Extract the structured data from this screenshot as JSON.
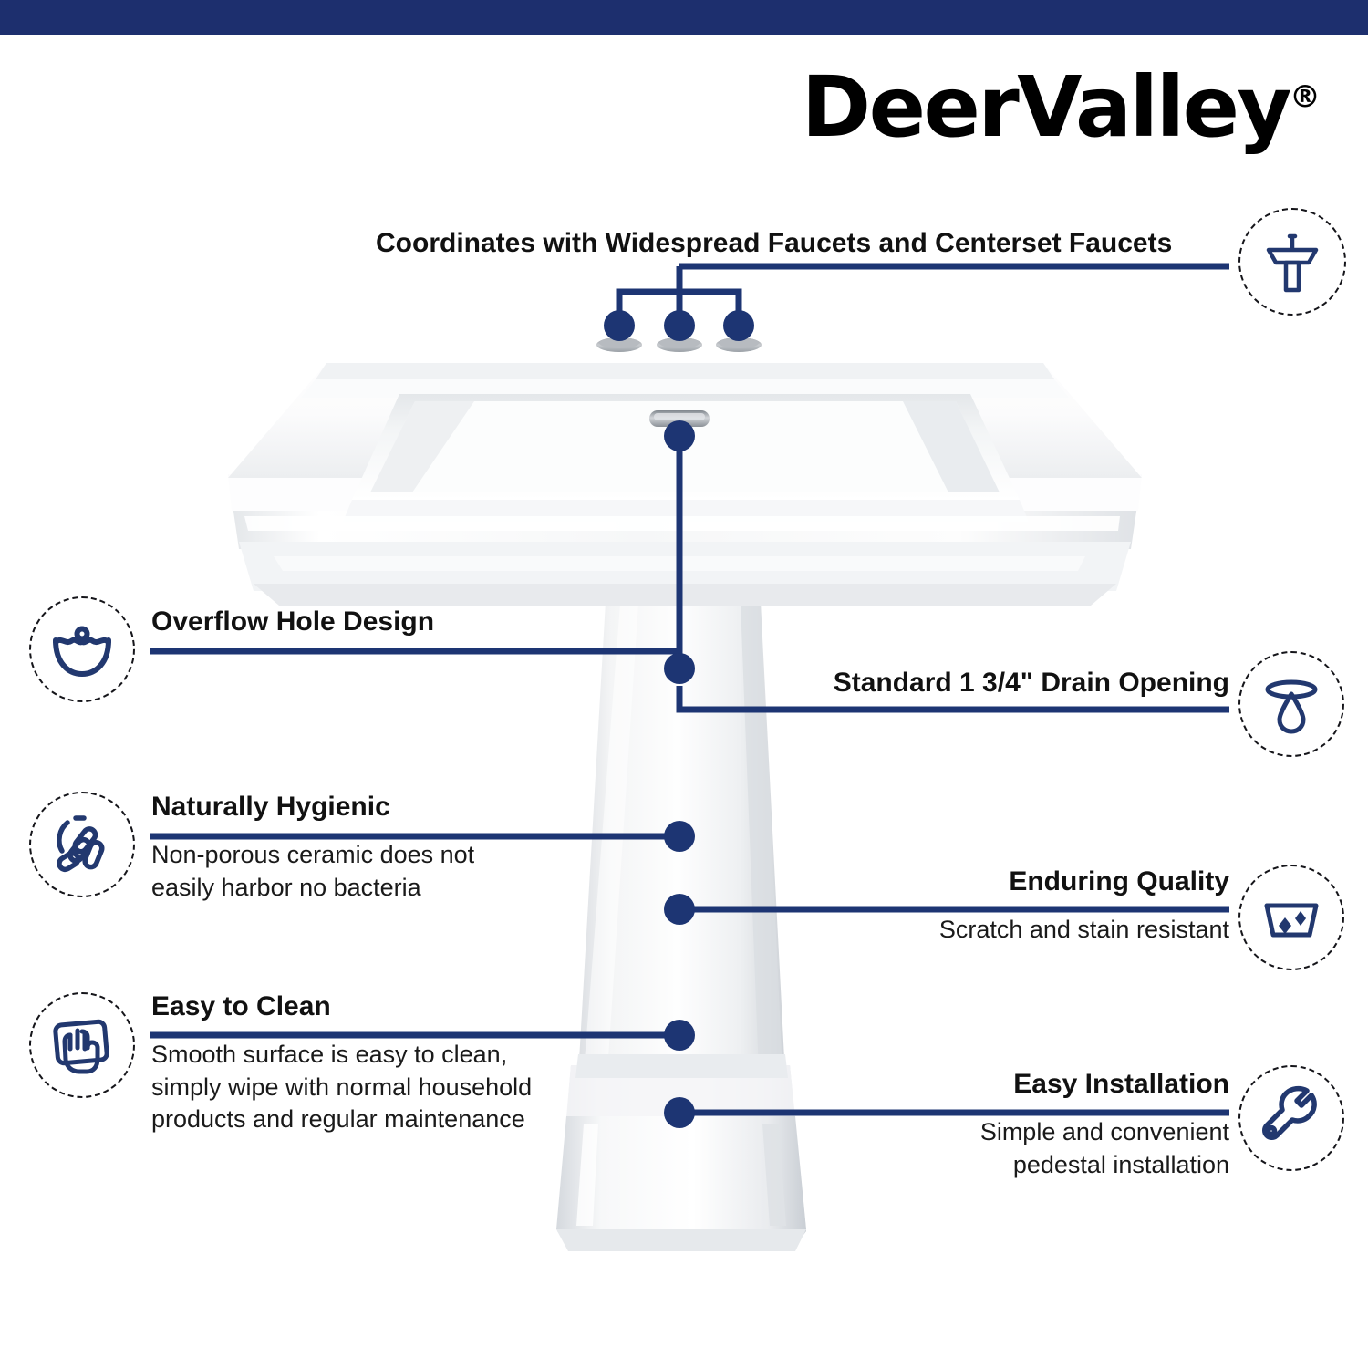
{
  "brand": {
    "name": "DeerValley",
    "registered_mark": "®"
  },
  "theme": {
    "banner_color": "#1d2f6e",
    "line_color": "#1d3573",
    "icon_color": "#22386f",
    "text_color": "#111111",
    "background": "#ffffff"
  },
  "callouts": [
    {
      "id": "faucet-compatibility",
      "title": "Coordinates with Widespread Faucets and Centerset Faucets",
      "body": "",
      "icon": "pedestal-sink-icon",
      "align": "center"
    },
    {
      "id": "overflow-hole",
      "title": "Overflow Hole Design",
      "body": "",
      "icon": "overflow-basin-icon",
      "align": "left"
    },
    {
      "id": "drain-opening",
      "title": "Standard 1 3/4\" Drain Opening",
      "body": "",
      "icon": "drain-droplet-icon",
      "align": "right"
    },
    {
      "id": "naturally-hygienic",
      "title": "Naturally Hygienic",
      "body": "Non-porous ceramic does not easily harbor no bacteria",
      "body_line_1": "Non-porous ceramic does not",
      "body_line_2": "easily harbor no bacteria",
      "icon": "bacteria-icon",
      "align": "left"
    },
    {
      "id": "enduring-quality",
      "title": "Enduring Quality",
      "body": "Scratch and stain resistant",
      "body_line_1": "Scratch and stain resistant",
      "icon": "basin-diamonds-icon",
      "align": "right"
    },
    {
      "id": "easy-to-clean",
      "title": "Easy to Clean",
      "body": "Smooth surface is easy to clean, simply wipe with normal household products and regular maintenance",
      "body_line_1": "Smooth surface is easy to clean,",
      "body_line_2": "simply wipe with normal household",
      "body_line_3": "products and regular maintenance",
      "icon": "hand-wipe-icon",
      "align": "left"
    },
    {
      "id": "easy-installation",
      "title": "Easy Installation",
      "body": "Simple and convenient pedestal installation",
      "body_line_1": "Simple and convenient",
      "body_line_2": "pedestal installation",
      "icon": "wrench-icon",
      "align": "right"
    }
  ],
  "product": {
    "type": "pedestal-bathroom-sink",
    "faucet_holes": 3,
    "features": [
      "overflow-slot",
      "three-hole-deck",
      "pedestal-column",
      "pedestal-base"
    ]
  }
}
